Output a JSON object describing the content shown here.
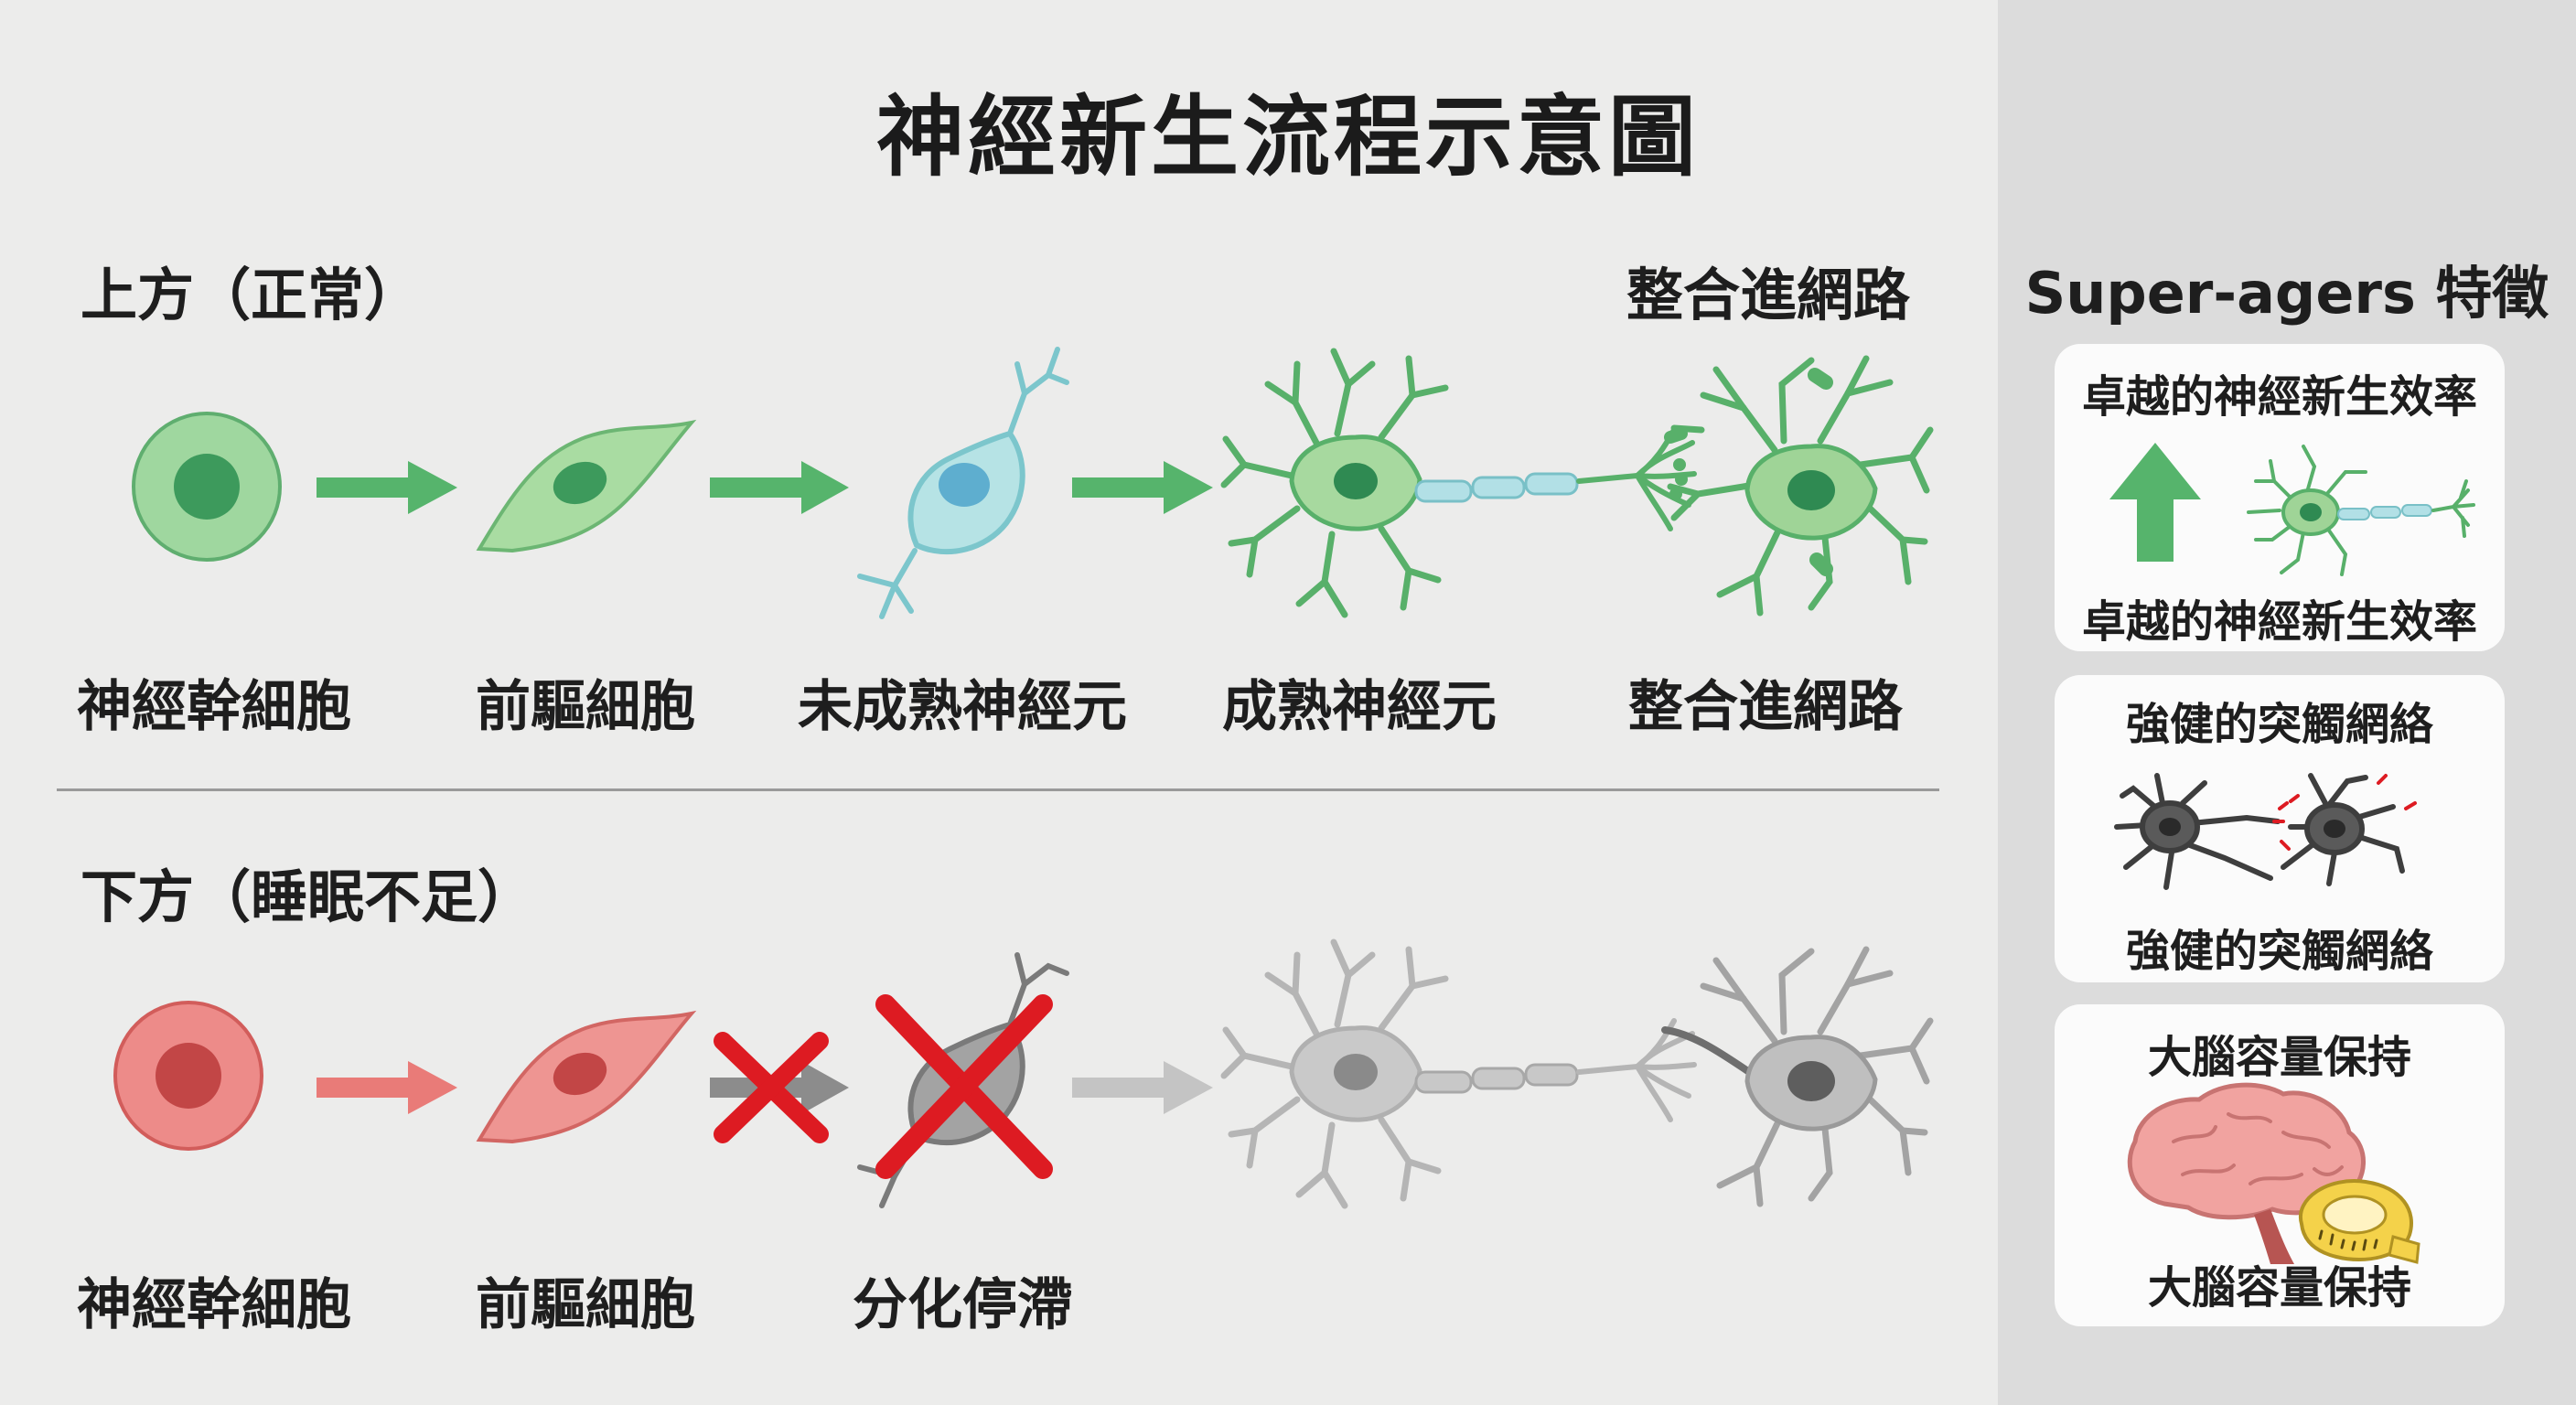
{
  "title": "神經新生流程示意圖",
  "top_row": {
    "heading": "上方（正常）",
    "caption": "整合進網路",
    "stages": [
      "神經幹細胞",
      "前驅細胞",
      "未成熟神經元",
      "成熟神經元",
      "整合進網路"
    ]
  },
  "bottom_row": {
    "heading": "下方（睡眠不足）",
    "stages": [
      "神經幹細胞",
      "前驅細胞",
      "分化停滯"
    ]
  },
  "sidebar": {
    "title": "Super-agers 特徵",
    "cards": [
      {
        "top_label": "卓越的神經新生效率",
        "bottom_label": "卓越的神經新生效率"
      },
      {
        "top_label": "強健的突觸網絡",
        "bottom_label": "強健的突觸網絡"
      },
      {
        "top_label": "大腦容量保持",
        "bottom_label": "大腦容量保持"
      }
    ]
  },
  "colors": {
    "green_cell": "#8fd08f",
    "green_nucleus": "#3d9a5c",
    "green_arrow": "#56b46c",
    "cyan_cell": "#a7dde0",
    "red_cell": "#ec8686",
    "red_nucleus": "#c24646",
    "red_cross": "#dd1b22",
    "gray_cell": "#a8a8a8",
    "dark_neuron": "#4a4a4a",
    "brain_pink": "#f1a3a0",
    "tape_yellow": "#f4d24a"
  },
  "icons": [
    "up-arrow-icon",
    "neuron-icon",
    "synapse-break-icon",
    "brain-icon",
    "tape-measure-icon",
    "cross-mark-icon"
  ]
}
